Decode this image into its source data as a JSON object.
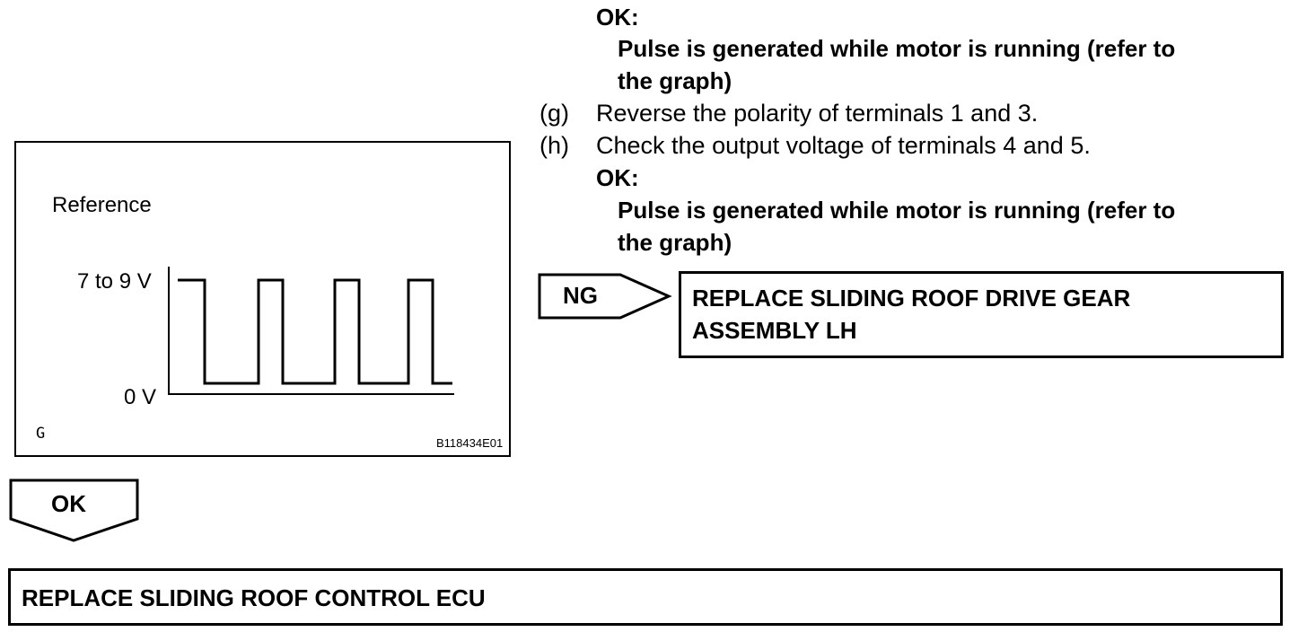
{
  "top_block": {
    "ok1": "OK:",
    "pulse1_line1": "Pulse is generated while motor is running (refer to",
    "pulse1_line2": "the graph)"
  },
  "steps": [
    {
      "letter": "(g)",
      "text": "Reverse the polarity of terminals 1 and 3."
    },
    {
      "letter": "(h)",
      "text": "Check the output voltage of terminals 4 and 5."
    }
  ],
  "second_block": {
    "ok2": "OK:",
    "pulse2_line1": "Pulse is generated while motor is running (refer to",
    "pulse2_line2": "the graph)"
  },
  "figure": {
    "reference_label": "Reference",
    "high_label": "7 to 9 V",
    "low_label": "0 V",
    "corner_mark": "G",
    "figure_id": "B118434E01",
    "high_level_v": "7 to 9",
    "low_level_v": 0
  },
  "ng_flow": {
    "ng_label": "NG",
    "result_line1": "REPLACE SLIDING ROOF DRIVE GEAR",
    "result_line2": "ASSEMBLY LH"
  },
  "ok_flow": {
    "ok_label": "OK",
    "result": "REPLACE SLIDING ROOF CONTROL ECU"
  }
}
